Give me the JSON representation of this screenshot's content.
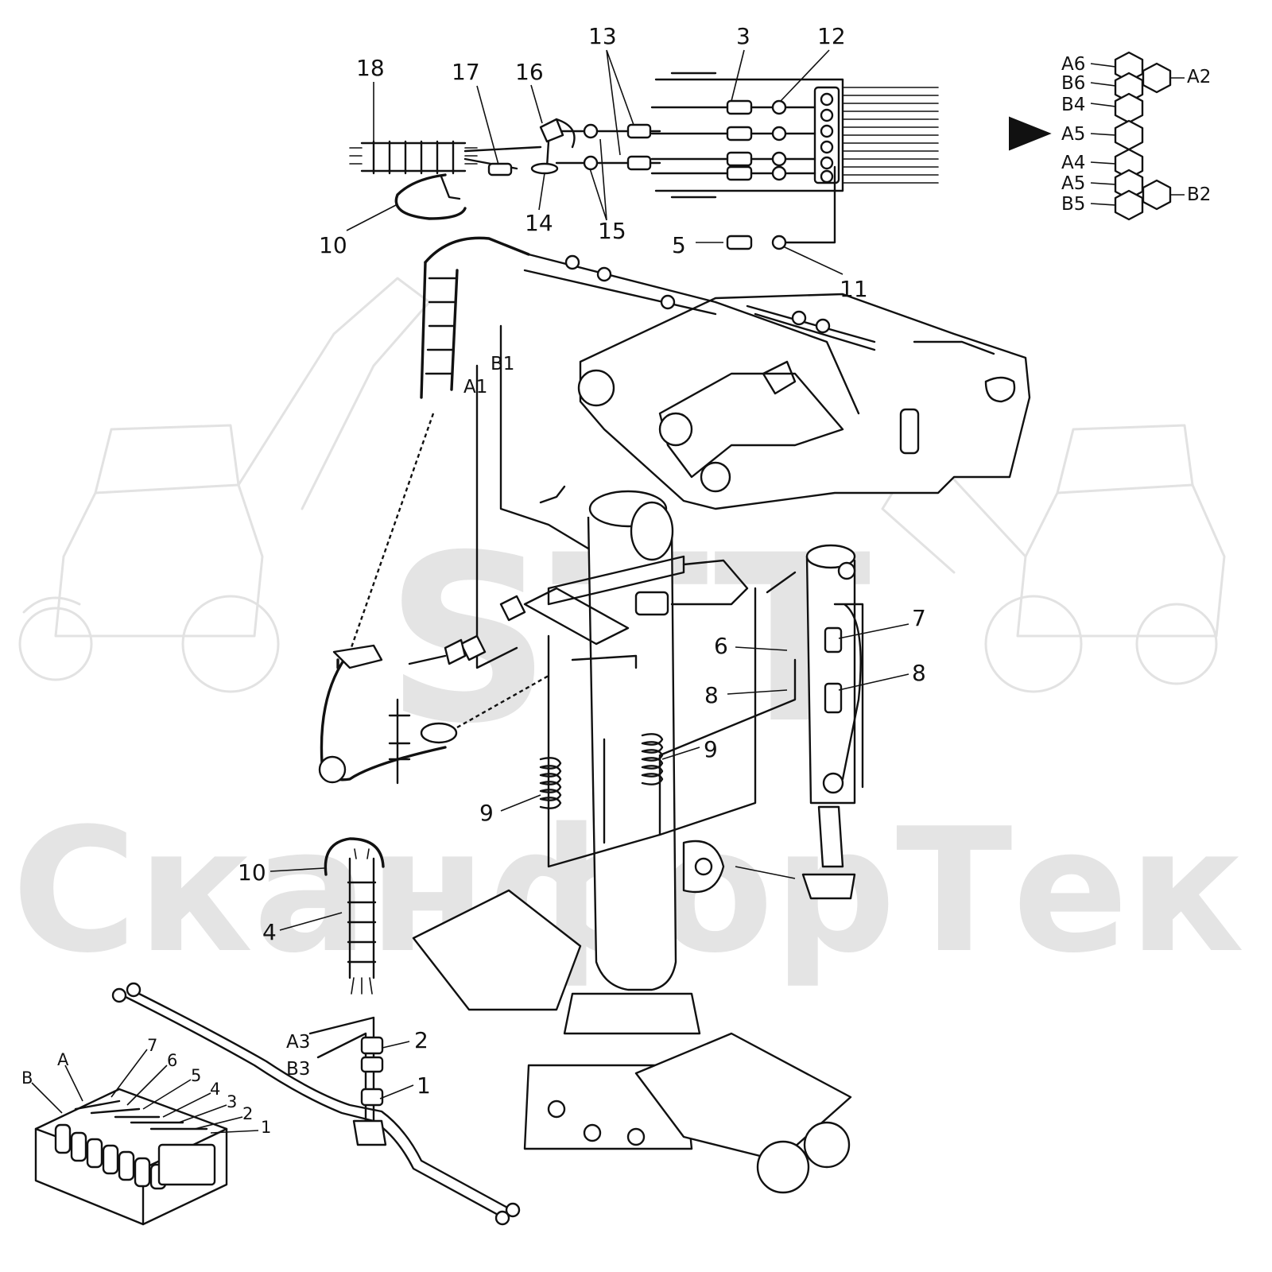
{
  "watermark": {
    "logo_text": "STT",
    "company_text": "СканфорТек"
  },
  "callouts": [
    "1",
    "2",
    "3",
    "4",
    "5",
    "6",
    "7",
    "8",
    "9",
    "10",
    "11",
    "12",
    "13",
    "14",
    "15",
    "16",
    "17",
    "18"
  ],
  "callout_repeats": {
    "n8b": "8",
    "n9b": "9",
    "n10b": "10"
  },
  "line_labels": {
    "a1": "A1",
    "b1": "B1",
    "a3": "A3",
    "b3": "B3"
  },
  "port_legend": {
    "left": [
      "A6",
      "B6",
      "B4",
      "A5",
      "A4",
      "A5",
      "B5"
    ],
    "right": [
      "A2",
      "B2"
    ]
  },
  "valve_block": {
    "side_a": "A",
    "side_b": "B",
    "sections": [
      "7",
      "6",
      "5",
      "4",
      "3",
      "2",
      "1"
    ]
  },
  "colors": {
    "line": "#111111",
    "watermark": "#e4e4e4",
    "background": "#ffffff"
  }
}
